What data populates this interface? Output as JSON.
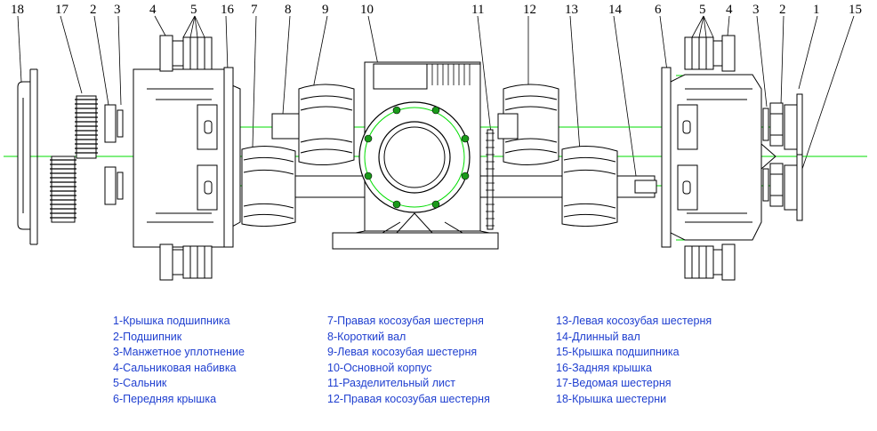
{
  "callouts_top": [
    "18",
    "17",
    "2",
    "3",
    "4",
    "5",
    "16",
    "7",
    "8",
    "9",
    "10",
    "11",
    "12",
    "13",
    "14",
    "6",
    "5",
    "4",
    "3",
    "2",
    "1",
    "15"
  ],
  "legend": {
    "col1": [
      "1-Крышка подшипника",
      "2-Подшипник",
      "3-Манжетное уплотнение",
      "4-Сальниковая набивка",
      "5-Сальник",
      "6-Передняя крышка"
    ],
    "col2": [
      "7-Правая косозубая шестерня",
      "8-Короткий вал",
      "9-Левая косозубая шестерня",
      "10-Основной корпус",
      "11-Разделительный лист",
      "12-Правая косозубая шестерня"
    ],
    "col3": [
      "13-Левая косозубая шестерня",
      "14-Длинный вал",
      "15-Крышка подшипника",
      "16-Задняя крышка",
      "17-Ведомая шестерня",
      "18-Крышка шестерни"
    ]
  },
  "colors": {
    "line": "#000000",
    "center": "#00dd00",
    "legend_text": "#1f3fd0"
  }
}
